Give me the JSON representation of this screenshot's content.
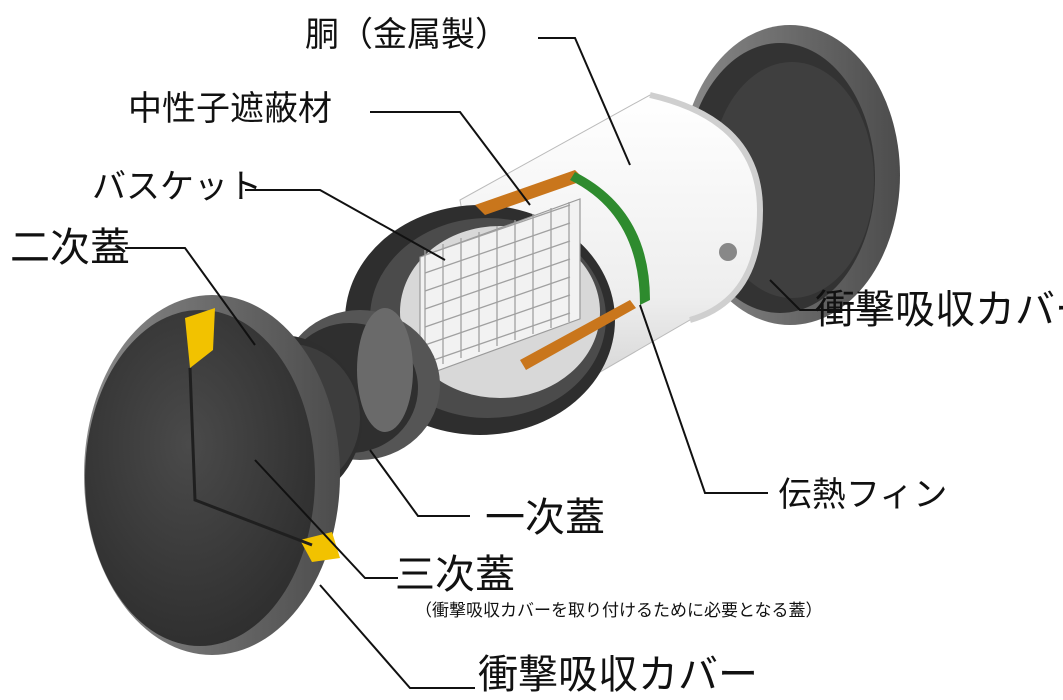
{
  "labels": {
    "body": "胴（金属製）",
    "neutron_shield": "中性子遮蔽材",
    "basket": "バスケット",
    "secondary_lid": "二次蓋",
    "shock_absorber_right": "衝撃吸収カバー",
    "heat_fin": "伝熱フィン",
    "primary_lid": "一次蓋",
    "tertiary_lid": "三次蓋",
    "tertiary_note": "（衝撃吸収カバーを取り付けるために必要となる蓋）",
    "shock_absorber_bottom": "衝撃吸収カバー"
  },
  "colors": {
    "cover_dark": "#3a3a3a",
    "cover_rim": "#6e6e6e",
    "accent_yellow": "#f2c200",
    "shield_orange": "#c9761c",
    "fin_green": "#2e8b2e",
    "body_white": "#f4f4f4",
    "leader_line": "#111111"
  }
}
